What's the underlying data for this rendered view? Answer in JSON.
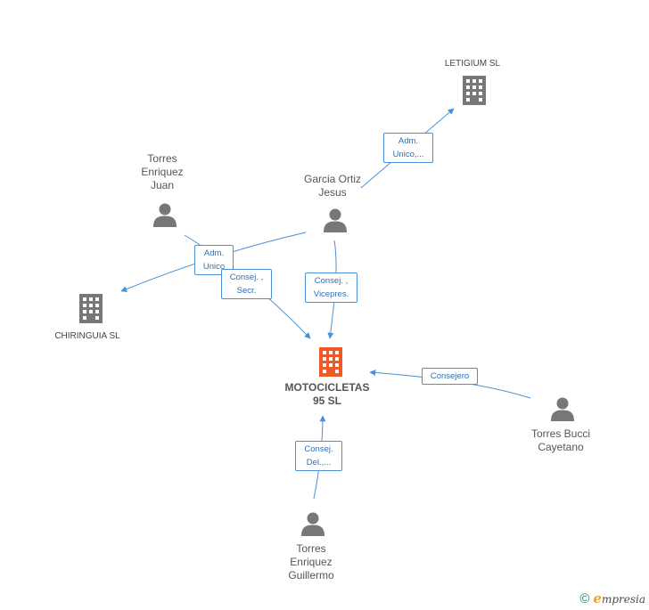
{
  "nodes": {
    "letigium": {
      "label": "LETIGIUM  SL",
      "type": "company"
    },
    "chiringuia": {
      "label": "CHIRINGUIA SL",
      "type": "company"
    },
    "motocicletas": {
      "label_lines": [
        "MOTOCICLETAS",
        "95 SL"
      ],
      "type": "company-main"
    },
    "torres_juan": {
      "label_lines": [
        "Torres",
        "Enriquez",
        "Juan"
      ],
      "type": "person"
    },
    "garcia": {
      "label_lines": [
        "Garcia Ortiz",
        "Jesus"
      ],
      "type": "person"
    },
    "torres_cayetano": {
      "label_lines": [
        "Torres Bucci",
        "Cayetano"
      ],
      "type": "person"
    },
    "torres_guillermo": {
      "label_lines": [
        "Torres",
        "Enriquez",
        "Guillermo"
      ],
      "type": "person"
    }
  },
  "edges": {
    "adm_unico_letigium": {
      "lines": [
        "Adm.",
        "Unico,..."
      ]
    },
    "adm_unico_chiringuia": {
      "lines": [
        "Adm.",
        "Unico"
      ]
    },
    "consej_secr": {
      "lines": [
        "Consej. ,",
        "Secr."
      ]
    },
    "consej_vicepres": {
      "lines": [
        "Consej. ,",
        "Vicepres."
      ]
    },
    "consejero": {
      "lines": [
        "Consejero"
      ]
    },
    "consej_del": {
      "lines": [
        "Consej.",
        "Del.,..."
      ]
    }
  },
  "colors": {
    "edge": "#4a90d9",
    "icon": "#777777",
    "main_icon": "#f05a28"
  },
  "footer": {
    "copyright": "©",
    "brand_initial": "e",
    "brand_rest": "mpresia"
  }
}
